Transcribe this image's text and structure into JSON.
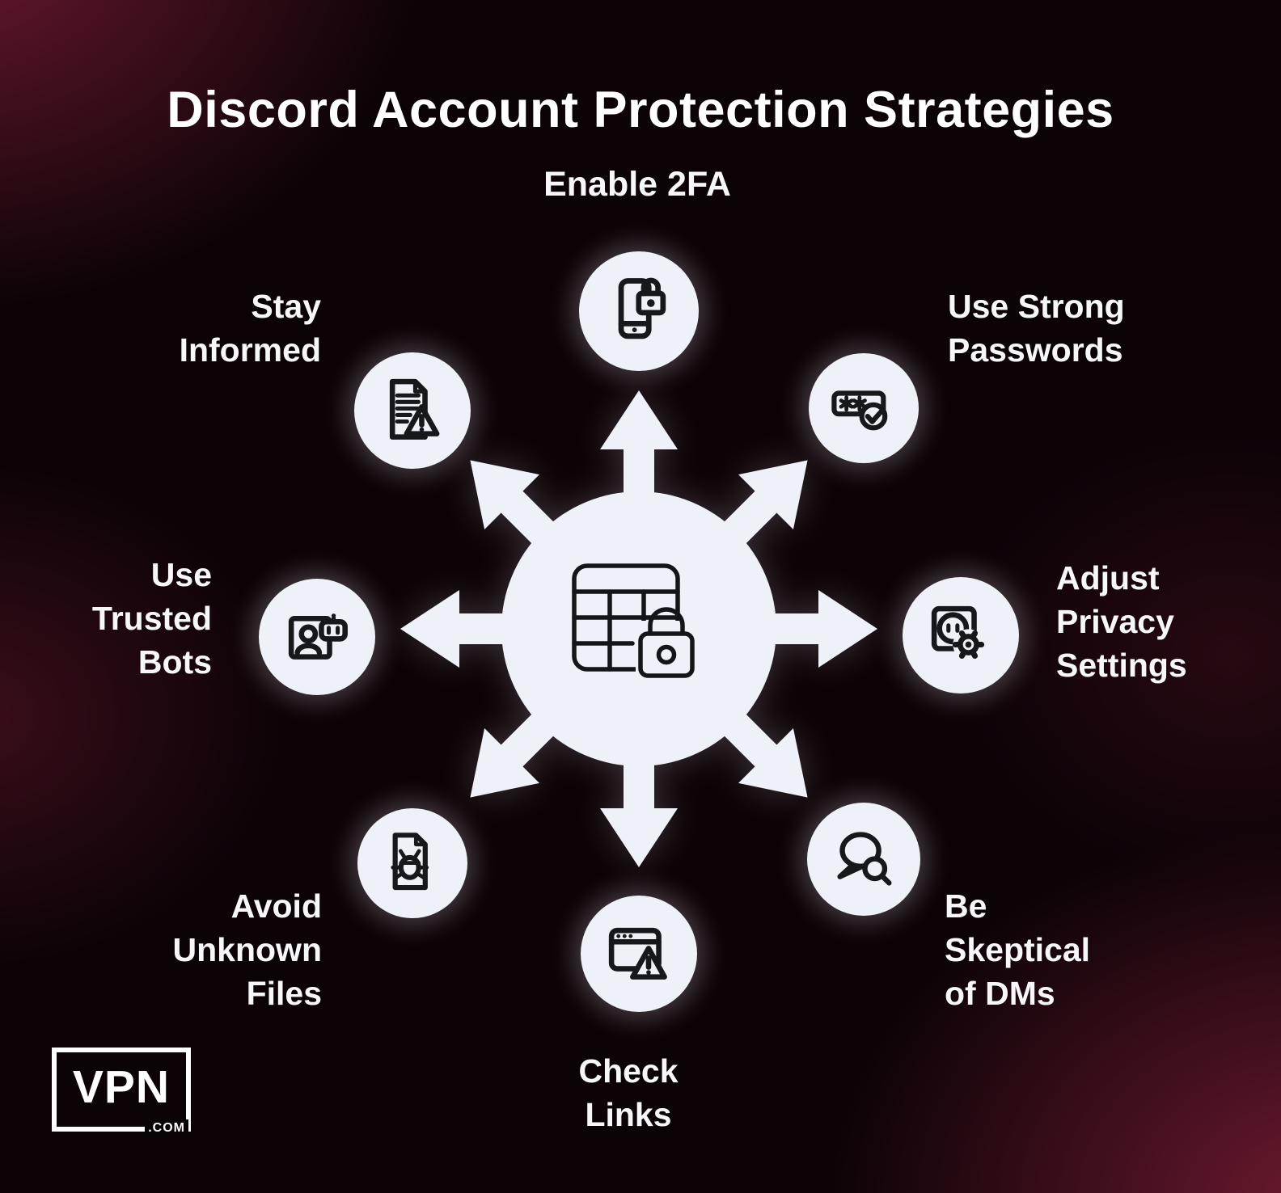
{
  "title": "Discord Account Protection Strategies",
  "brand": {
    "name": "VPN",
    "tld": ".COM"
  },
  "colors": {
    "background": "#0c0307",
    "maroon_glow": "#761b32",
    "node_fill": "#eef1f8",
    "icon_stroke": "#17181c",
    "text": "#ffffff"
  },
  "hub": {
    "icon": "secure-table-lock-icon",
    "arrow_count": 8
  },
  "strategies": [
    {
      "label": "Enable 2FA",
      "icon": "phone-lock-icon",
      "position": "top"
    },
    {
      "label": "Use Strong\nPasswords",
      "icon": "password-check-icon",
      "position": "top-right"
    },
    {
      "label": "Adjust\nPrivacy\nSettings",
      "icon": "privacy-settings-gear-icon",
      "position": "right"
    },
    {
      "label": "Be\nSkeptical\nof DMs",
      "icon": "chat-magnifier-icon",
      "position": "bottom-right"
    },
    {
      "label": "Check\nLinks",
      "icon": "browser-warning-icon",
      "position": "bottom"
    },
    {
      "label": "Avoid\nUnknown\nFiles",
      "icon": "file-bug-icon",
      "position": "bottom-left"
    },
    {
      "label": "Use\nTrusted\nBots",
      "icon": "profile-bot-icon",
      "position": "left"
    },
    {
      "label": "Stay\nInformed",
      "icon": "document-warning-icon",
      "position": "top-left"
    }
  ]
}
